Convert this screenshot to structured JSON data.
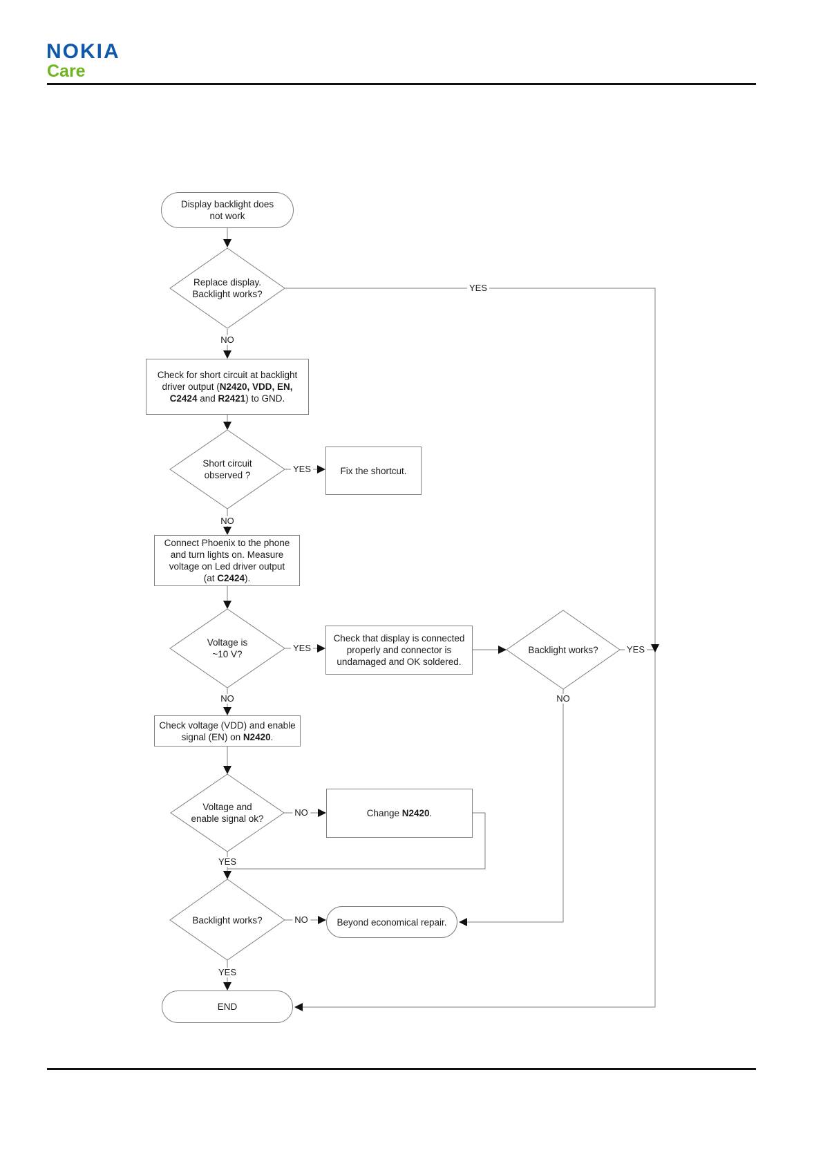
{
  "header": {
    "brand": "NOKIA",
    "product": "Care"
  },
  "colors": {
    "brand_blue": "#0e59a9",
    "brand_green": "#6fb41f",
    "shape_border": "#7f7f7f",
    "text": "#1a1a1a",
    "arrow": "#111111"
  },
  "flowchart": {
    "start": "Display backlight does\nnot work",
    "d_replace": "Replace display.\nBacklight works?",
    "p_short_circuit": [
      {
        "t": "Check for short circuit at backlight\ndriver output ("
      },
      {
        "t": "N2420, VDD, EN,",
        "b": true
      },
      {
        "t": "\n"
      },
      {
        "t": "C2424",
        "b": true
      },
      {
        "t": " and "
      },
      {
        "t": "R2421",
        "b": true
      },
      {
        "t": ") to GND."
      }
    ],
    "d_short_circuit": "Short circuit\nobserved ?",
    "p_fix": "Fix the shortcut.",
    "p_phoenix": [
      {
        "t": "Connect Phoenix to the phone\nand turn lights on. Measure\nvoltage on Led driver output\n(at "
      },
      {
        "t": "C2424",
        "b": true
      },
      {
        "t": ")."
      }
    ],
    "d_voltage": "Voltage is\n~10 V?",
    "p_display_connected": "Check that display is connected\nproperly and connector is\nundamaged and OK soldered.",
    "d_backlight_right": "Backlight works?",
    "p_check_vdd_en": [
      {
        "t": "Check voltage (VDD) and enable\nsignal (EN) on "
      },
      {
        "t": "N2420",
        "b": true
      },
      {
        "t": "."
      }
    ],
    "d_voltage_enable": "Voltage and\nenable signal ok?",
    "p_change_n2420": [
      {
        "t": "Change "
      },
      {
        "t": "N2420",
        "b": true
      },
      {
        "t": "."
      }
    ],
    "d_backlight_bottom": "Backlight works?",
    "t_beyond": "Beyond economical repair.",
    "t_end": "END",
    "labels": {
      "yes": "YES",
      "no": "NO"
    }
  }
}
